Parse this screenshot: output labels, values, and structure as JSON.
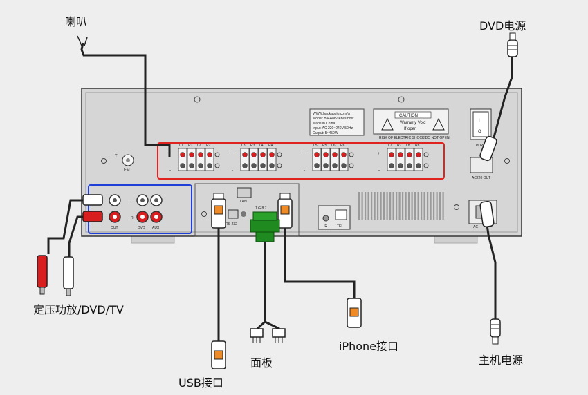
{
  "labels": {
    "speaker": "喇叭",
    "dvd_power": "DVD电源",
    "amp_dvd_tv": "定压功放/DVD/TV",
    "usb": "USB接口",
    "panel": "面板",
    "iphone": "iPhone接口",
    "main_power": "主机电源"
  },
  "device": {
    "info_lines": [
      "WWW.baokaudio.com/cn",
      "Model: BA-A88-series host",
      "Made in China.",
      "Input: AC 220~240V 50Hz",
      "Output: 5~450W"
    ],
    "caution_title": "CAUTION",
    "caution_lines": [
      "Warranty Void",
      "If open"
    ],
    "shock_warning": "RISK OF ELECTRIC SHOCK!DO NOT OPEN",
    "fm": "FM",
    "lan": "LAN",
    "rs232": "RS-232",
    "ir": "IR",
    "tel": "TEL",
    "ac220_out": "AC220 OUT",
    "ac_in": "AC",
    "power": "POWER",
    "out": "OUT",
    "dvd": "DVD",
    "aux": "AUX",
    "l": "L",
    "r": "R",
    "i": "I",
    "o": "O",
    "plus": "+",
    "minus": "-",
    "panel_pins": "1 G 8 7",
    "zone_groups": [
      [
        "L1",
        "R1",
        "L2",
        "R2"
      ],
      [
        "L3",
        "R3",
        "L4",
        "R4"
      ],
      [
        "L5",
        "R5",
        "L6",
        "R6"
      ],
      [
        "L7",
        "R7",
        "L8",
        "R8"
      ]
    ]
  },
  "colors": {
    "background": "#eeeeee",
    "chassis": "#d6d6d6",
    "terminal_outline": "#e0231f",
    "audio_outline": "#1f3fd6",
    "plug_orange": "#f08a24",
    "connector_green": "#1f8a1f",
    "rca_red": "#d81e1e"
  }
}
